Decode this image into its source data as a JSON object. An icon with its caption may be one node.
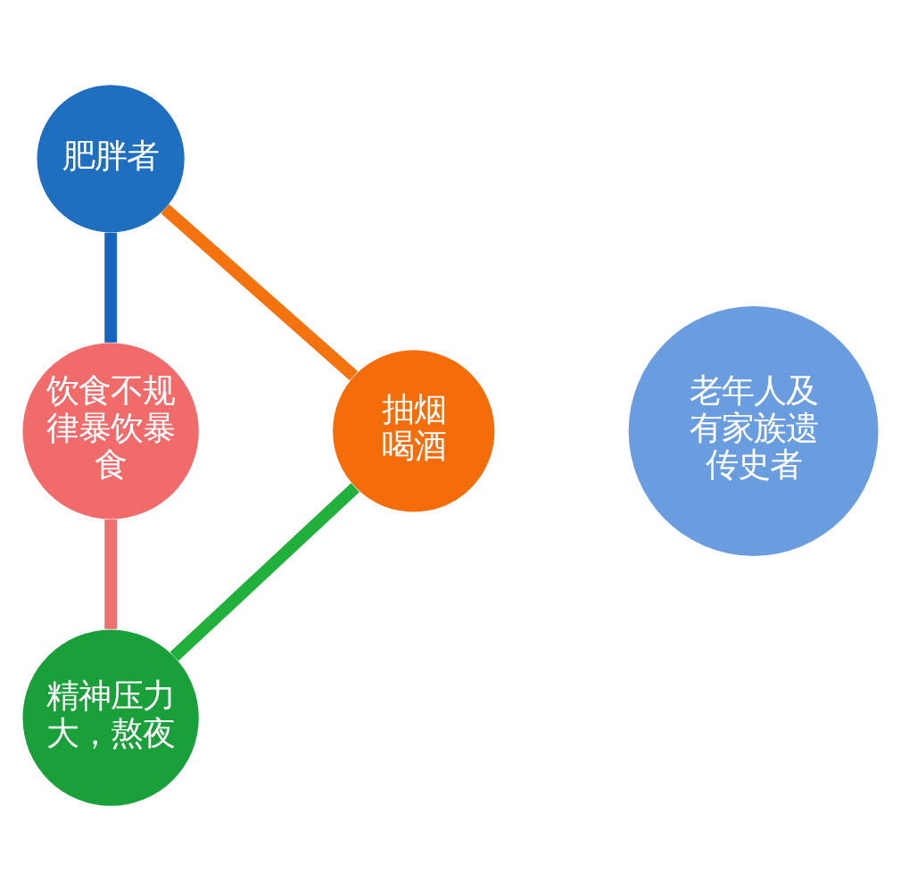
{
  "diagram": {
    "nodes": [
      {
        "text": [
          "肥胖者"
        ]
      },
      {
        "text": [
          "抽烟喝酒"
        ]
      },
      {
        "text": [
          "老年人及有家族遗传史者"
        ]
      },
      {
        "text": [
          "饮食不规律暴饮暴食"
        ]
      },
      {
        "text": [
          "精神压力大，熬夜"
        ]
      }
    ],
    "edges": [
      {
        "from": 0,
        "to": 3,
        "arrow": "none",
        "color": "#1565c0"
      },
      {
        "from": 3,
        "to": 4,
        "arrow": "none",
        "color": "#f07070"
      },
      {
        "from": 4,
        "to": 1,
        "arrow": "none",
        "color": "#22b03c"
      },
      {
        "from": 1,
        "to": 0,
        "arrow": "none",
        "color": "#f5730f"
      }
    ]
  }
}
